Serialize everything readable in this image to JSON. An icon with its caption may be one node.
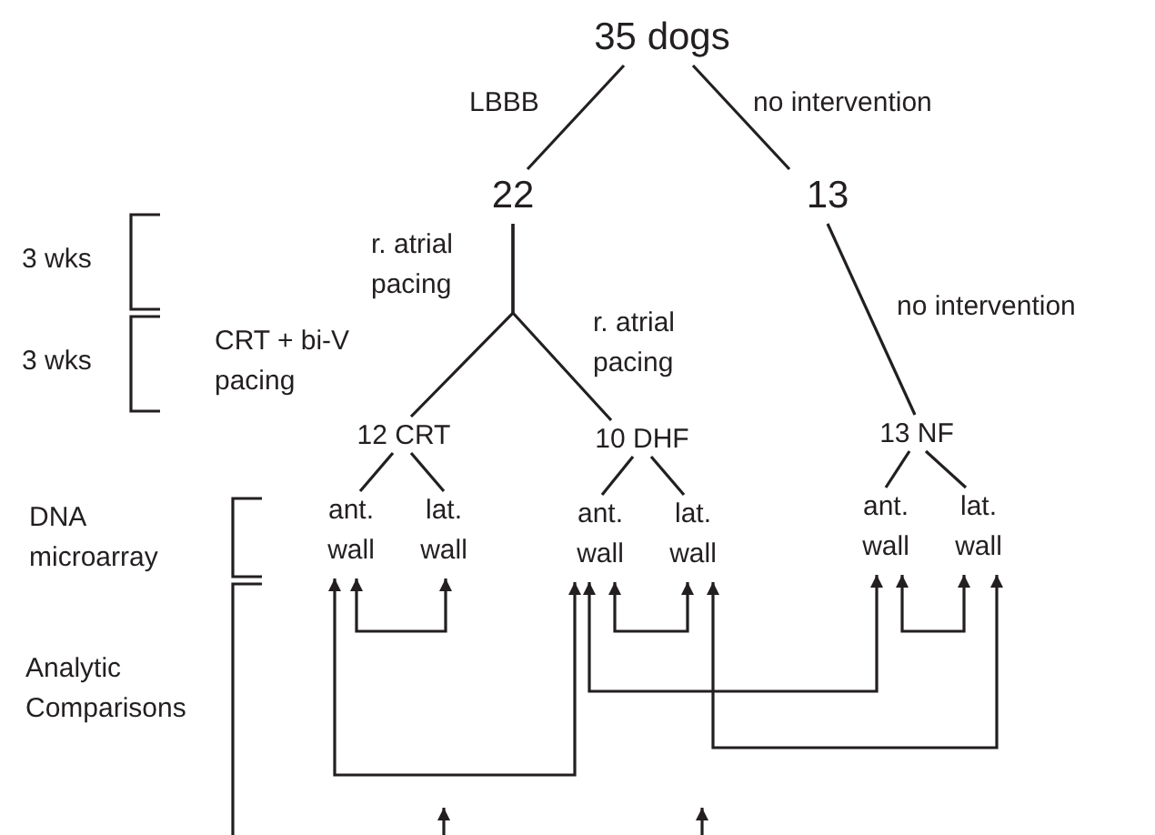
{
  "diagram": {
    "nodes": [
      {
        "text": [
          "35 dogs"
        ]
      },
      {
        "text": [
          "22"
        ]
      },
      {
        "text": [
          "13"
        ]
      },
      {
        "text": [
          "12 CRT"
        ]
      },
      {
        "text": [
          "10 DHF"
        ]
      },
      {
        "text": [
          "13 NF"
        ]
      },
      {
        "text": [
          "ant. wall"
        ]
      },
      {
        "text": [
          "lat. wall"
        ]
      },
      {
        "text": [
          "ant. wall"
        ]
      },
      {
        "text": [
          "lat. wall"
        ]
      },
      {
        "text": [
          "ant. wall"
        ]
      },
      {
        "text": [
          "lat. wall"
        ]
      }
    ],
    "edges": [
      {
        "from": 0,
        "to": 1,
        "arrow": "none",
        "label": "LBBB"
      },
      {
        "from": 0,
        "to": 2,
        "arrow": "none",
        "label": "no intervention"
      },
      {
        "from": 1,
        "to": 3,
        "arrow": "none",
        "label": "CRT + bi-V pacing"
      },
      {
        "from": 1,
        "to": 4,
        "arrow": "none",
        "label": "r. atrial pacing"
      },
      {
        "from": 2,
        "to": 5,
        "arrow": "none",
        "label": "no intervention"
      },
      {
        "from": 3,
        "to": 6,
        "arrow": "none"
      },
      {
        "from": 3,
        "to": 7,
        "arrow": "none"
      },
      {
        "from": 4,
        "to": 8,
        "arrow": "none"
      },
      {
        "from": 4,
        "to": 9,
        "arrow": "none"
      },
      {
        "from": 5,
        "to": 10,
        "arrow": "none"
      },
      {
        "from": 5,
        "to": 11,
        "arrow": "none"
      },
      {
        "from": 6,
        "to": 7,
        "arrow": "both"
      },
      {
        "from": 8,
        "to": 9,
        "arrow": "both"
      },
      {
        "from": 10,
        "to": 11,
        "arrow": "both"
      },
      {
        "from": 8,
        "to": 10,
        "arrow": "both"
      },
      {
        "from": 9,
        "to": 11,
        "arrow": "both"
      },
      {
        "from": 6,
        "to": 8,
        "arrow": "both"
      }
    ],
    "labels": [
      "3 wks",
      "r. atrial pacing",
      "3 wks",
      "DNA microarray",
      "Analytic Comparisons"
    ]
  }
}
